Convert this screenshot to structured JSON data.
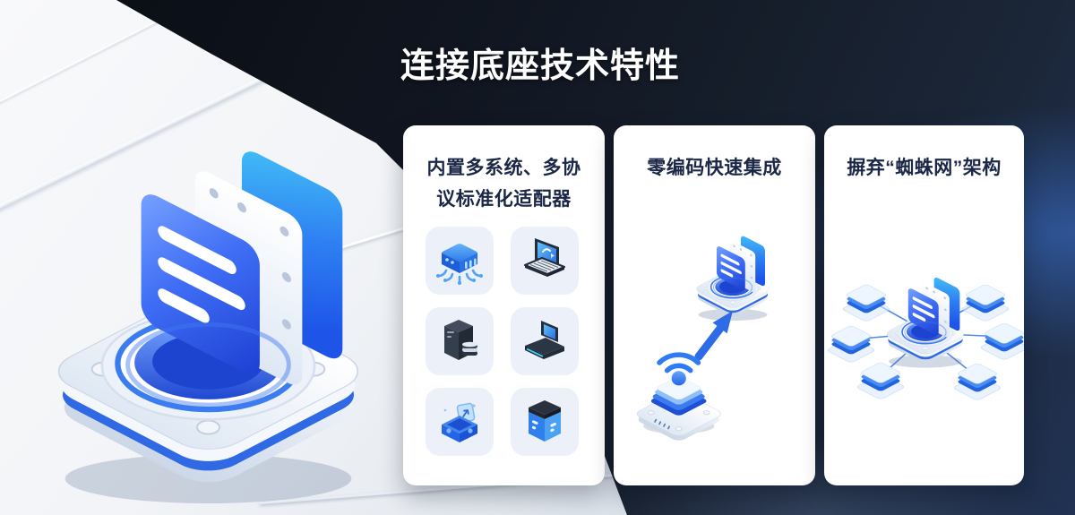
{
  "page": {
    "title": "连接底座技术特性"
  },
  "hero_illustration": {
    "name": "connection-platform-3d",
    "elements": [
      "message-panel-stack",
      "glow-ring-pedestal",
      "isometric-white-base"
    ]
  },
  "cards": [
    {
      "title": "内置多系统、多协议标准化适配器",
      "icons": [
        {
          "name": "iot-chip-icon"
        },
        {
          "name": "laptop-icon"
        },
        {
          "name": "server-tower-icon"
        },
        {
          "name": "pos-terminal-icon"
        },
        {
          "name": "integration-box-icon"
        },
        {
          "name": "kiosk-cube-icon"
        }
      ]
    },
    {
      "title": "零编码快速集成",
      "illustration": {
        "name": "zero-code-integration",
        "elements": [
          "platform-icon",
          "up-arrow-icon",
          "wifi-device-icon"
        ]
      }
    },
    {
      "title": "摒弃“蜘蛛网”架构",
      "illustration": {
        "name": "hub-spoke-network",
        "node_count": 6
      }
    }
  ],
  "colors": {
    "accent_blue": "#2e6be6",
    "dark_background": "#131b2a",
    "light_floor": "#e9edf2",
    "card_background": "#ffffff",
    "card_title_text": "#1b2747",
    "page_title_text": "#ffffff",
    "tile_background": "#ecf1f9"
  }
}
